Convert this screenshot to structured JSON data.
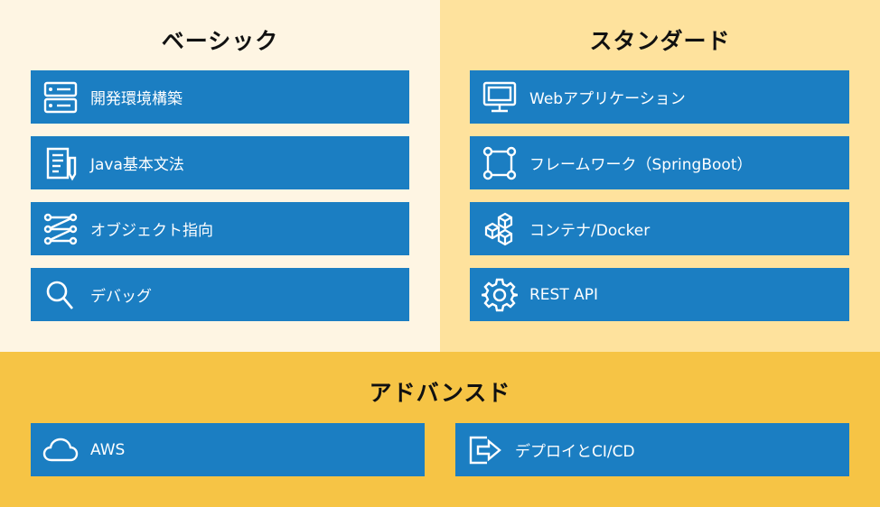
{
  "sections": {
    "basic": {
      "title": "ベーシック",
      "items": [
        {
          "label": "開発環境構築",
          "icon": "server-icon"
        },
        {
          "label": "Java基本文法",
          "icon": "document-edit-icon"
        },
        {
          "label": "オブジェクト指向",
          "icon": "object-links-icon"
        },
        {
          "label": "デバッグ",
          "icon": "magnifier-icon"
        }
      ]
    },
    "standard": {
      "title": "スタンダード",
      "items": [
        {
          "label": "Webアプリケーション",
          "icon": "monitor-icon"
        },
        {
          "label": "フレームワーク（SpringBoot）",
          "icon": "framework-nodes-icon"
        },
        {
          "label": "コンテナ/Docker",
          "icon": "containers-icon"
        },
        {
          "label": "REST API",
          "icon": "gear-icon"
        }
      ]
    },
    "advanced": {
      "title": "アドバンスド",
      "items": [
        {
          "label": "AWS",
          "icon": "cloud-icon"
        },
        {
          "label": "デプロイとCI/CD",
          "icon": "deploy-arrow-icon"
        }
      ]
    }
  },
  "colors": {
    "basic_bg": "#fef5e3",
    "standard_bg": "#fee29d",
    "advanced_bg": "#f6c445",
    "card_bg": "#1b7ec2",
    "card_text": "#ffffff"
  }
}
